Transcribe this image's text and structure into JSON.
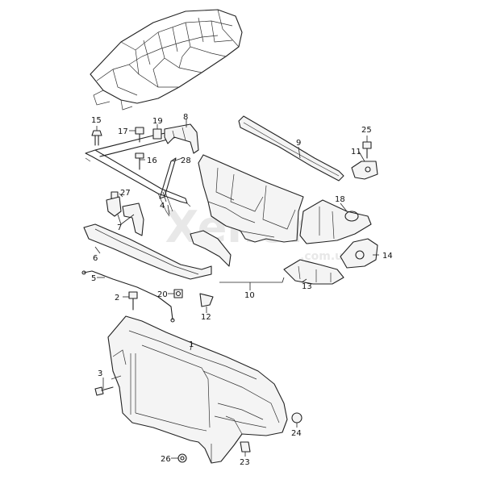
{
  "watermark": {
    "brand": "Xenon",
    "domain": ".com.ua"
  },
  "callouts": [
    {
      "id": "1",
      "label": "1"
    },
    {
      "id": "2",
      "label": "2"
    },
    {
      "id": "3",
      "label": "3"
    },
    {
      "id": "4",
      "label": "4"
    },
    {
      "id": "5",
      "label": "5"
    },
    {
      "id": "6",
      "label": "6"
    },
    {
      "id": "7",
      "label": "7"
    },
    {
      "id": "8",
      "label": "8"
    },
    {
      "id": "9",
      "label": "9"
    },
    {
      "id": "10",
      "label": "10"
    },
    {
      "id": "11",
      "label": "11"
    },
    {
      "id": "12",
      "label": "12"
    },
    {
      "id": "13",
      "label": "13"
    },
    {
      "id": "14",
      "label": "14"
    },
    {
      "id": "15",
      "label": "15"
    },
    {
      "id": "16",
      "label": "16"
    },
    {
      "id": "17",
      "label": "17"
    },
    {
      "id": "18",
      "label": "18"
    },
    {
      "id": "19",
      "label": "19"
    },
    {
      "id": "20",
      "label": "20"
    },
    {
      "id": "23",
      "label": "23"
    },
    {
      "id": "24",
      "label": "24"
    },
    {
      "id": "25",
      "label": "25"
    },
    {
      "id": "26",
      "label": "26"
    },
    {
      "id": "27",
      "label": "27"
    },
    {
      "id": "28",
      "label": "28"
    }
  ]
}
